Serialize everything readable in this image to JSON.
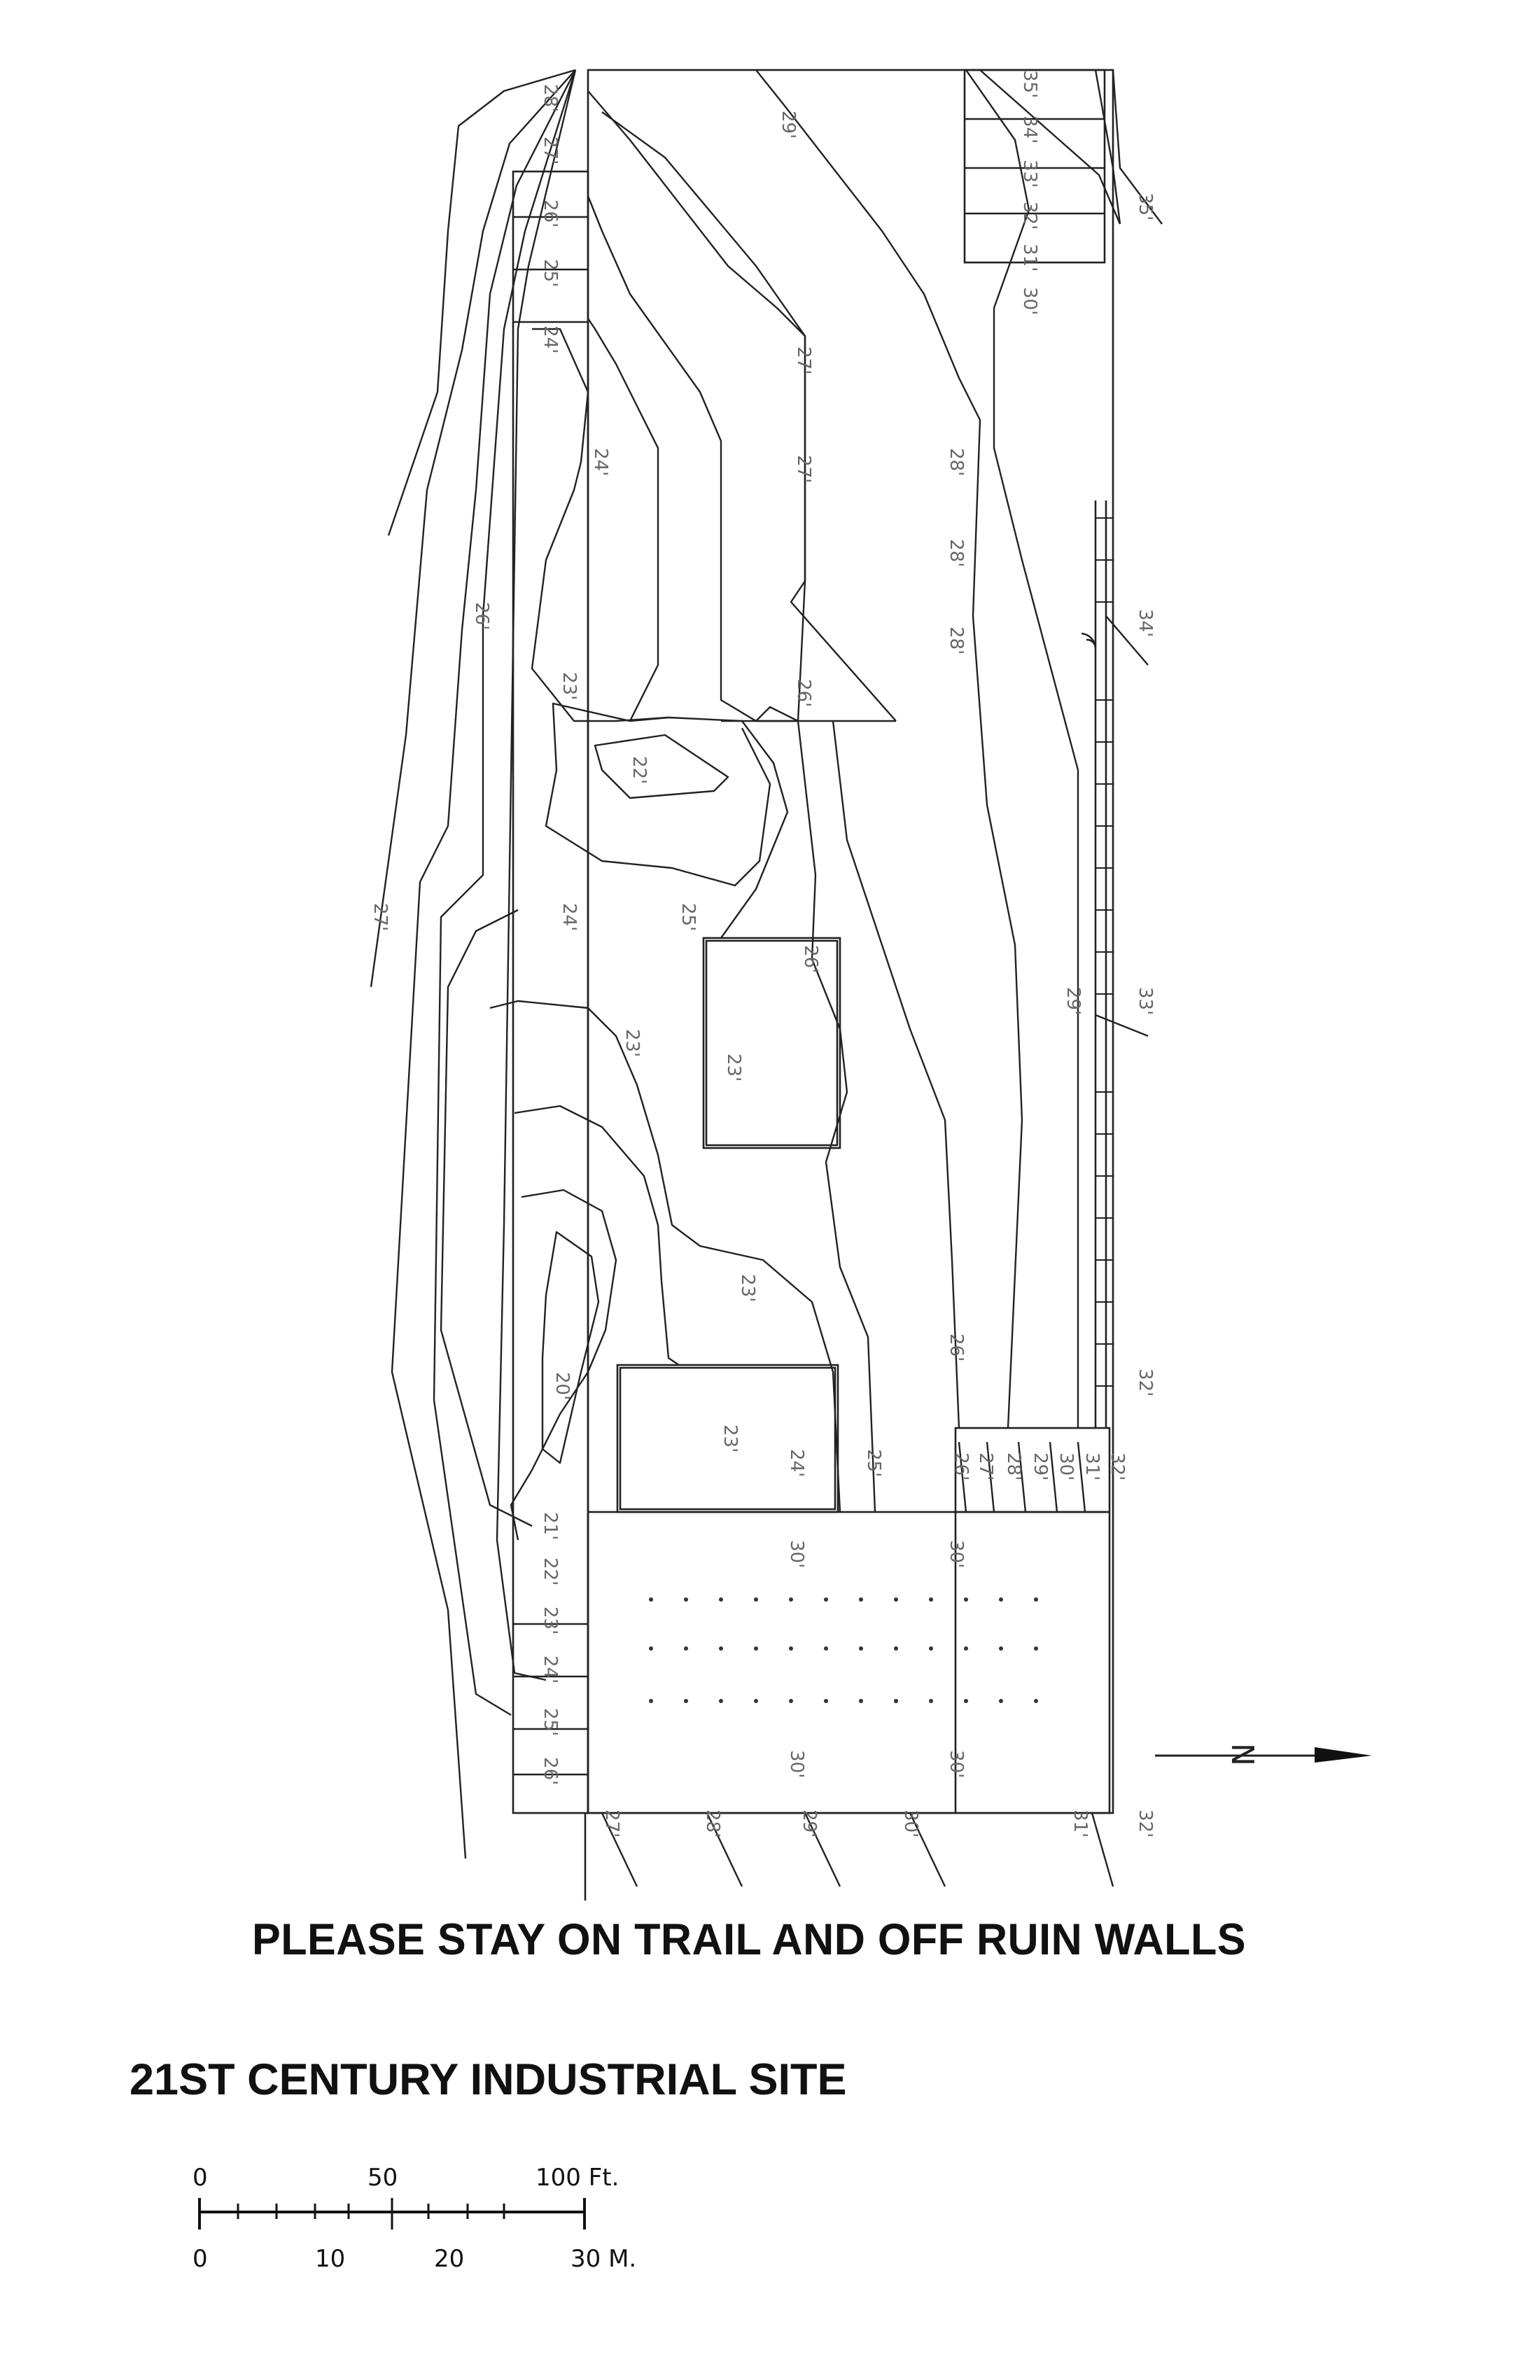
{
  "notice": "PLEASE STAY ON TRAIL AND OFF RUIN WALLS",
  "site_title": "21ST CENTURY INDUSTRIAL SITE",
  "north_arrow_label": "N",
  "scale_bar": {
    "feet_labels": [
      "0",
      "50",
      "100 Ft."
    ],
    "meter_labels": [
      "0",
      "10",
      "20",
      "30 M."
    ]
  },
  "elevation_labels": [
    "28'",
    "27'",
    "26'",
    "25'",
    "24'",
    "29'",
    "35'",
    "34'",
    "33'",
    "32'",
    "31'",
    "30'",
    "28'",
    "28'",
    "28'",
    "27'",
    "27'",
    "24'",
    "26'",
    "23'",
    "22'",
    "26'",
    "27'",
    "24'",
    "25'",
    "26'",
    "23'",
    "23'",
    "29'",
    "33'",
    "23'",
    "26'",
    "20'",
    "23'",
    "24'",
    "25'",
    "26'",
    "27'",
    "28'",
    "29'",
    "30'",
    "31'",
    "32'",
    "32'",
    "30'",
    "30'",
    "21'",
    "22'",
    "23'",
    "24'",
    "25'",
    "26'",
    "30'",
    "30'",
    "27'",
    "28'",
    "29'",
    "30'",
    "31'",
    "32'",
    "34'",
    "35'"
  ]
}
